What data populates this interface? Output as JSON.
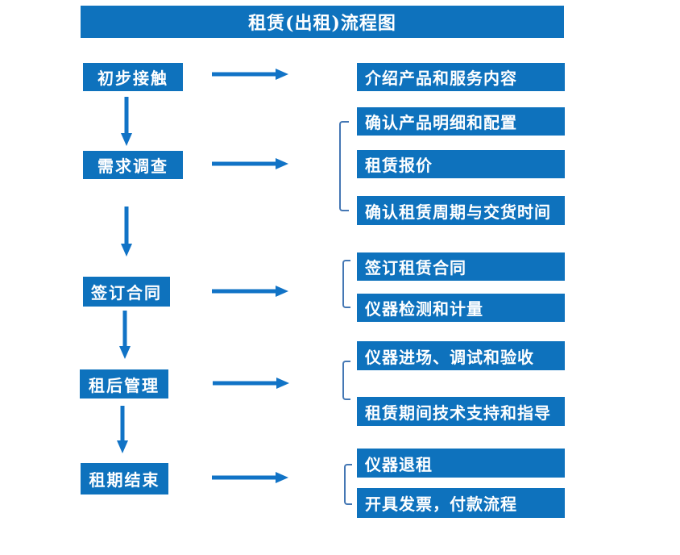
{
  "title": "租赁(出租)流程图",
  "colors": {
    "box_blue": "#0E72BD",
    "arrow_blue": "#1173C6",
    "bracket_blue": "#4477B4",
    "text_white": "#FFFFFF"
  },
  "steps": [
    {
      "label": "初步接触",
      "details": [
        "介绍产品和服务内容"
      ]
    },
    {
      "label": "需求调查",
      "details": [
        "确认产品明细和配置",
        "租赁报价",
        "确认租赁周期与交货时间"
      ]
    },
    {
      "label": "签订合同",
      "details": [
        "签订租赁合同",
        "仪器检测和计量"
      ]
    },
    {
      "label": "租后管理",
      "details": [
        "仪器进场、调试和验收",
        "租赁期间技术支持和指导"
      ]
    },
    {
      "label": "租期结束",
      "details": [
        "仪器退租",
        "开具发票，付款流程"
      ]
    }
  ]
}
